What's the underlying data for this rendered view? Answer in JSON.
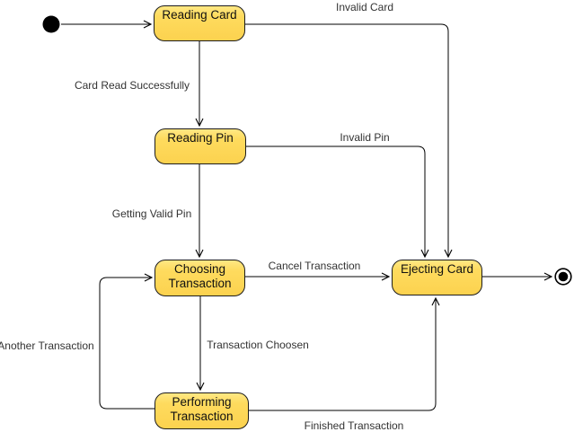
{
  "states": {
    "reading_card": {
      "label": "Reading Card"
    },
    "reading_pin": {
      "label": "Reading Pin"
    },
    "choosing_transaction": {
      "label": "Choosing\nTransaction"
    },
    "ejecting_card": {
      "label": "Ejecting Card"
    },
    "performing_transaction": {
      "label": "Performing\nTransaction"
    }
  },
  "transitions": {
    "invalid_card": {
      "label": "Invalid Card"
    },
    "card_read_successfully": {
      "label": "Card Read Successfully"
    },
    "invalid_pin": {
      "label": "Invalid Pin"
    },
    "getting_valid_pin": {
      "label": "Getting Valid Pin"
    },
    "cancel_transaction": {
      "label": "Cancel Transaction"
    },
    "transaction_choosen": {
      "label": "Transaction Choosen"
    },
    "another_transaction": {
      "label": "Another Transaction"
    },
    "finished_transaction": {
      "label": "Finished Transaction"
    }
  },
  "colors": {
    "state_fill_top": "#FFE884",
    "state_fill_bottom": "#FCD24F",
    "state_border": "#1C1C1C",
    "edge_line": "#000000",
    "label_text": "#333333",
    "background": "#FFFFFF"
  }
}
